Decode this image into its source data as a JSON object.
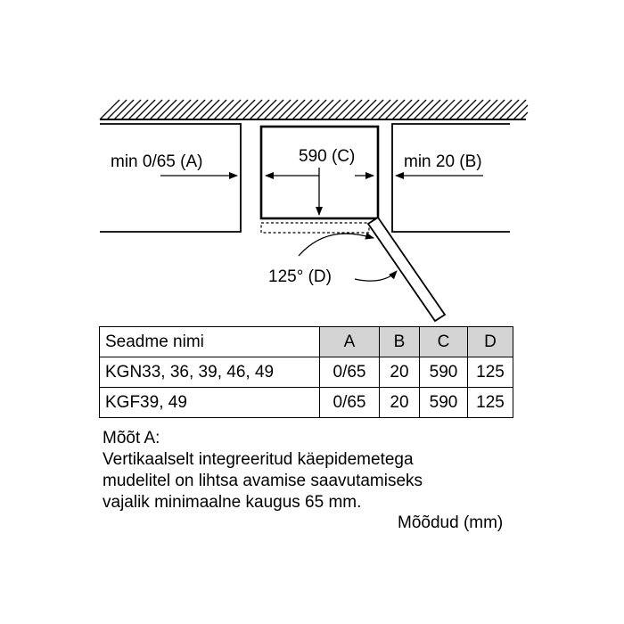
{
  "diagram": {
    "label_a": "min 0/65 (A)",
    "label_c": "590 (C)",
    "label_b": "min 20 (B)",
    "label_d": "125° (D)"
  },
  "table": {
    "headers": [
      "Seadme nimi",
      "A",
      "B",
      "C",
      "D"
    ],
    "rows": [
      [
        "KGN33, 36, 39, 46, 49",
        "0/65",
        "20",
        "590",
        "125"
      ],
      [
        "KGF39, 49",
        "0/65",
        "20",
        "590",
        "125"
      ]
    ],
    "header_fill": "#d4d4d4"
  },
  "notes": {
    "title": "Mõõt A:",
    "line1": "Vertikaalselt integreeritud käepidemetega",
    "line2": "mudelitel on lihtsa avamise saavutamiseks",
    "line3": "vajalik minimaalne kaugus 65 mm.",
    "units": "Mõõdud (mm)"
  }
}
